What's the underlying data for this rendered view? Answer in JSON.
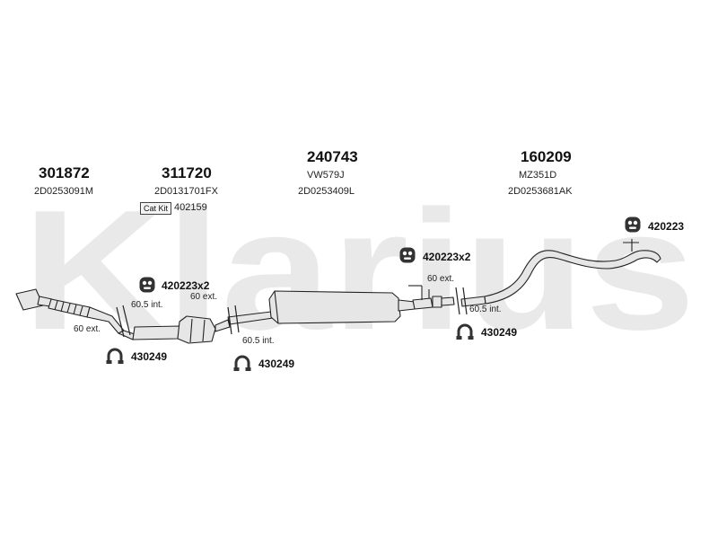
{
  "watermark": "Klarius",
  "parts": [
    {
      "number": "301872",
      "ref": "2D0253091M"
    },
    {
      "number": "311720",
      "ref": "2D0131701FX",
      "kit_badge": "Cat Kit",
      "kit_number": "402159"
    },
    {
      "number": "240743",
      "ref": "VW579J",
      "ref2": "2D0253409L"
    },
    {
      "number": "160209",
      "ref": "MZ351D",
      "ref2": "2D0253681AK"
    }
  ],
  "hardware": {
    "h1": "420223x2",
    "h2": "420223x2",
    "h3": "420223",
    "c1": "430249",
    "c2": "430249",
    "c3": "430249"
  },
  "dimensions": {
    "d1": "60.5 int.",
    "d2": "60 ext.",
    "d3": "60 ext.",
    "d4": "60.5 int.",
    "d5": "60 ext.",
    "d6": "60.5 int."
  },
  "colors": {
    "line": "#222222",
    "part_fill": "#e6e6e6",
    "watermark": "#e9e9e9",
    "clamp": "#333333"
  },
  "icons": {
    "hanger": "rubber-hanger-icon",
    "clamp": "pipe-clamp-icon"
  }
}
